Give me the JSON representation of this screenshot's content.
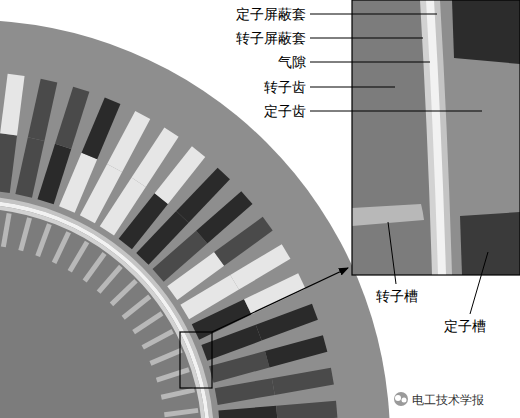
{
  "diagram": {
    "labels": [
      "定子屏蔽套",
      "转子屏蔽套",
      "气隙",
      "转子齿",
      "定子齿",
      "转子槽",
      "定子槽",
      "电工技术学报"
    ]
  }
}
